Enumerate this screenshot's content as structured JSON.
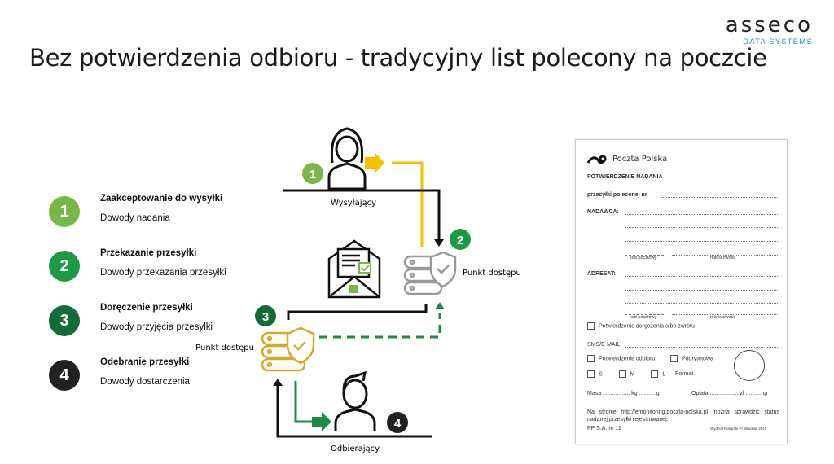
{
  "title": "Bez potwierdzenia odbioru - tradycyjny list polecony na poczcie",
  "logo": {
    "word": "asseco",
    "sub": "DATA SYSTEMS"
  },
  "steps": [
    {
      "num": "1",
      "title": "Zaakceptowanie do wysyłki",
      "desc": "Dowody nadania",
      "color": "#7ab648"
    },
    {
      "num": "2",
      "title": "Przekazanie przesyłki",
      "desc": "Dowody przekazania przesyłki",
      "color": "#1e9a46"
    },
    {
      "num": "3",
      "title": "Doręczenie przesyłki",
      "desc": "Dowody przyjęcia przesyłki",
      "color": "#146b3a"
    },
    {
      "num": "4",
      "title": "Odebranie przesyłki",
      "desc": "Dowody dostarczenia",
      "color": "#222222"
    }
  ],
  "diagram": {
    "sender": "Wysyłający",
    "receiver": "Odbierający",
    "access_point_a": "Punkt dostępu",
    "access_point_b": "Punkt dostępu",
    "colors": {
      "yellow": "#f5c000",
      "gold": "#d4aa2a",
      "gray": "#999999",
      "green": "#1e8a46"
    }
  },
  "form": {
    "brand": "Poczta Polska",
    "heading": "POTWIERDZENIE NADANIA",
    "reg_no": "przesyłki poleconej nr",
    "sender": "NADAWCA:",
    "postcode": "kod pocztowy",
    "city": "miejscowość",
    "addressee": "ADRESAT:",
    "confirm_delivery": "Potwierdzenie doręczenia albo zwrotu",
    "sms": "SMS/E-MAIL",
    "confirm_receipt": "Potwierdzenie odbioru",
    "priority": "Priorytetowa",
    "size_s": "S",
    "size_m": "M",
    "size_l": "L",
    "format": "Format",
    "mass": "Masa ................. kg .......... g",
    "fee": "Opłata .................. zł .......... gr",
    "note": "Na stronie http://emonitoring.poczta-polska.pl można sprawdzić status nadanej przesyłki rejestrowanej.",
    "footer_left": "PP S.A. nr 11",
    "footer_right": "Wydział Poligrafii PI Wrocław 2019"
  }
}
